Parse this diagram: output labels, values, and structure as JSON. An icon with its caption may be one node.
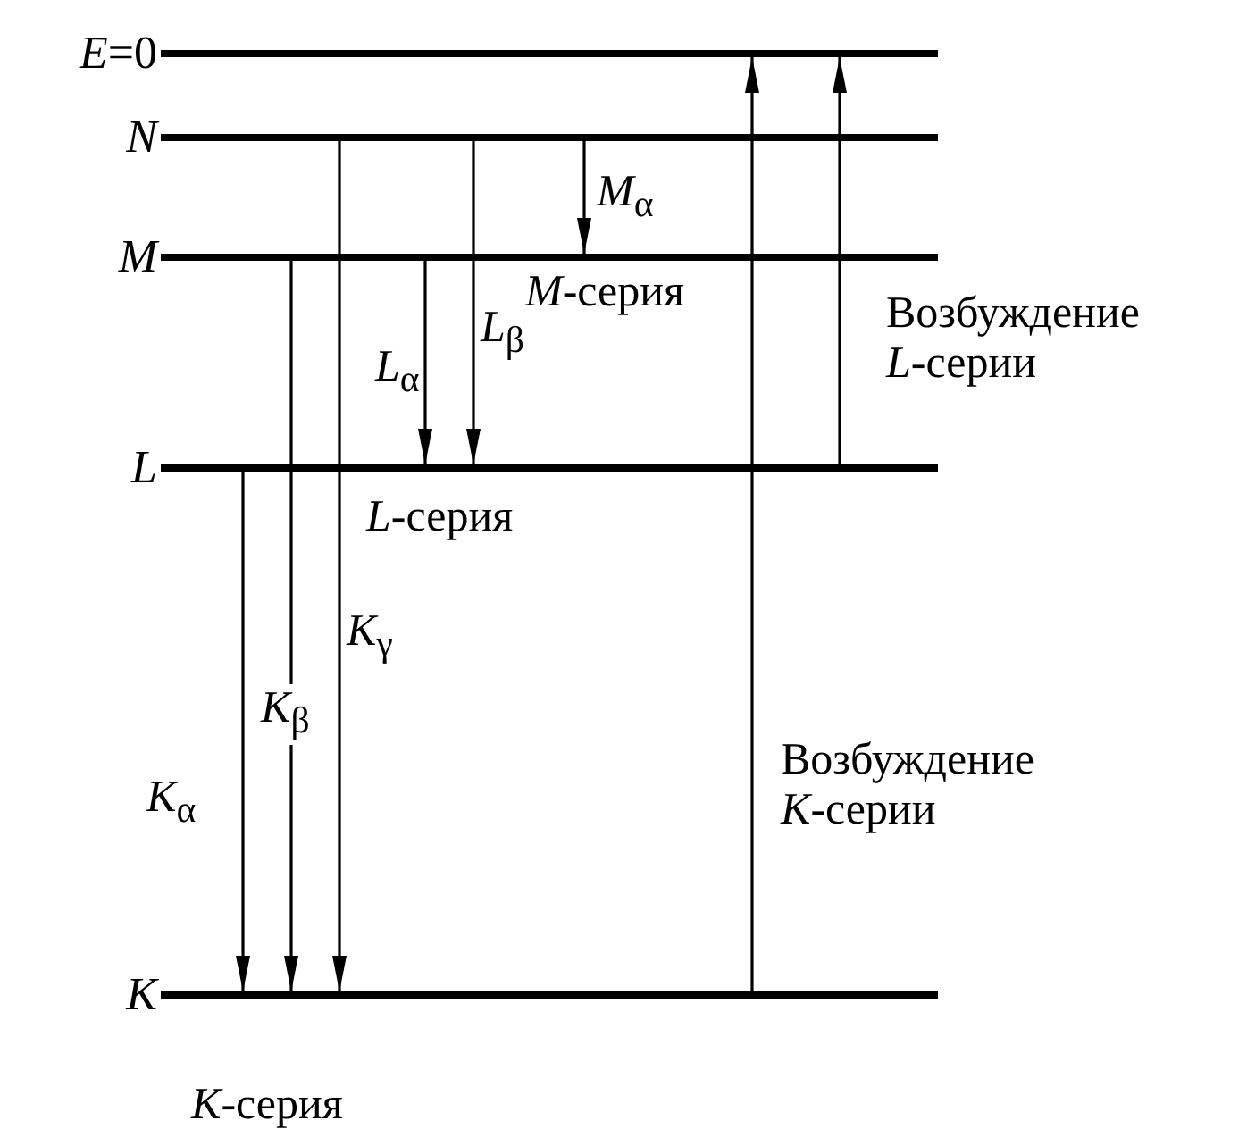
{
  "diagram": {
    "nodes": [
      {
        "text": [
          "*E*=0"
        ]
      },
      {
        "text": [
          "N"
        ]
      },
      {
        "text": [
          "M"
        ],
        "beside": [
          "*M*-серия"
        ]
      },
      {
        "text": [
          "L"
        ],
        "beside": [
          "*L*-серия"
        ]
      },
      {
        "text": [
          "K"
        ],
        "beside": [
          "*K*-серия"
        ]
      }
    ],
    "edges": [
      {
        "from": 3,
        "to": 4,
        "arrow": "to",
        "label": "*K*$_{α}$"
      },
      {
        "from": 2,
        "to": 4,
        "arrow": "to",
        "label": "*K*$_{β}$"
      },
      {
        "from": 1,
        "to": 4,
        "arrow": "to",
        "label": "*K*$_{γ}$"
      },
      {
        "from": 2,
        "to": 3,
        "arrow": "to",
        "label": "*L*$_{α}$"
      },
      {
        "from": 1,
        "to": 3,
        "arrow": "to",
        "label": "*L*$_{β}$"
      },
      {
        "from": 1,
        "to": 2,
        "arrow": "to",
        "label": "*M*$_{α}$"
      },
      {
        "from": 4,
        "to": 0,
        "arrow": "to",
        "label": "Возбуждение *K*-серии"
      },
      {
        "from": 3,
        "to": 0,
        "arrow": "to",
        "label": "Возбуждение *L*-серии"
      }
    ]
  }
}
